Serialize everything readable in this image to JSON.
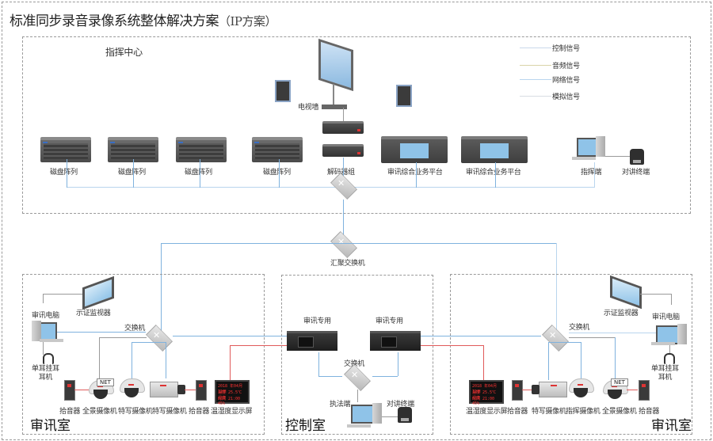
{
  "title": {
    "main": "标准同步录音录像系统整体解决方案",
    "sub": "（IP方案）"
  },
  "command_center": {
    "label": "指挥中心",
    "video_wall_label": "电视墙",
    "devices": [
      {
        "id": "storage-1",
        "label": "磁盘阵列"
      },
      {
        "id": "storage-2",
        "label": "磁盘阵列"
      },
      {
        "id": "storage-3",
        "label": "磁盘阵列"
      },
      {
        "id": "storage-4",
        "label": "磁盘阵列"
      },
      {
        "id": "decoder",
        "label": "解码器组"
      },
      {
        "id": "platform-1",
        "label": "审讯综合业务平台"
      },
      {
        "id": "platform-2",
        "label": "审讯综合业务平台"
      },
      {
        "id": "command-pc",
        "label": "指挥端"
      },
      {
        "id": "intercom",
        "label": "对讲终端"
      }
    ]
  },
  "legend": [
    {
      "label": "控制信号",
      "color": "#c9d9ea"
    },
    {
      "label": "音频信号",
      "color": "#d9d3a8"
    },
    {
      "label": "网络信号",
      "color": "#b9d5ee"
    },
    {
      "label": "模拟信号",
      "color": "#d8dde3"
    }
  ],
  "core_switch": {
    "label": "汇聚交换机"
  },
  "left_room": {
    "label": "审讯室",
    "switch_label": "交换机",
    "pc_label": "审讯电脑",
    "monitor_label": "示证监视器",
    "headset_label": "单耳挂耳\n耳机",
    "devices": [
      {
        "id": "pickup-1",
        "label": "拾音器"
      },
      {
        "id": "panorama-cam",
        "label": "全景摄像机",
        "badge": "NET"
      },
      {
        "id": "detail-cam",
        "label": "特写摄像机"
      },
      {
        "id": "closeup-cam",
        "label": "特写摄像机"
      },
      {
        "id": "pickup-2",
        "label": "拾音器"
      },
      {
        "id": "env-display",
        "label": "温湿度显示屏"
      }
    ]
  },
  "control_room": {
    "label": "控制室",
    "recorder_1_label": "审讯专用",
    "recorder_2_label": "审讯专用",
    "switch_label": "交换机",
    "pc_label": "执法端",
    "intercom_label": "对讲终端"
  },
  "right_room": {
    "label": "审讯室",
    "switch_label": "交换机",
    "pc_label": "审讯电脑",
    "monitor_label": "示证监视器",
    "headset_label": "单耳挂耳\n耳机",
    "devices": [
      {
        "id": "env-display",
        "label": "温湿度显示屏"
      },
      {
        "id": "pickup-1",
        "label": "拾音器"
      },
      {
        "id": "closeup-cam",
        "label": "特写摄像机"
      },
      {
        "id": "command-cam",
        "label": "指挥摄像机"
      },
      {
        "id": "panorama-cam",
        "label": "全景摄像机",
        "badge": "NET"
      },
      {
        "id": "pickup-2",
        "label": "拾音器"
      }
    ]
  },
  "led_text": [
    "2018 年04月 12日",
    "温度 25.5℃ 湿度",
    "时间 21:00 45%"
  ]
}
